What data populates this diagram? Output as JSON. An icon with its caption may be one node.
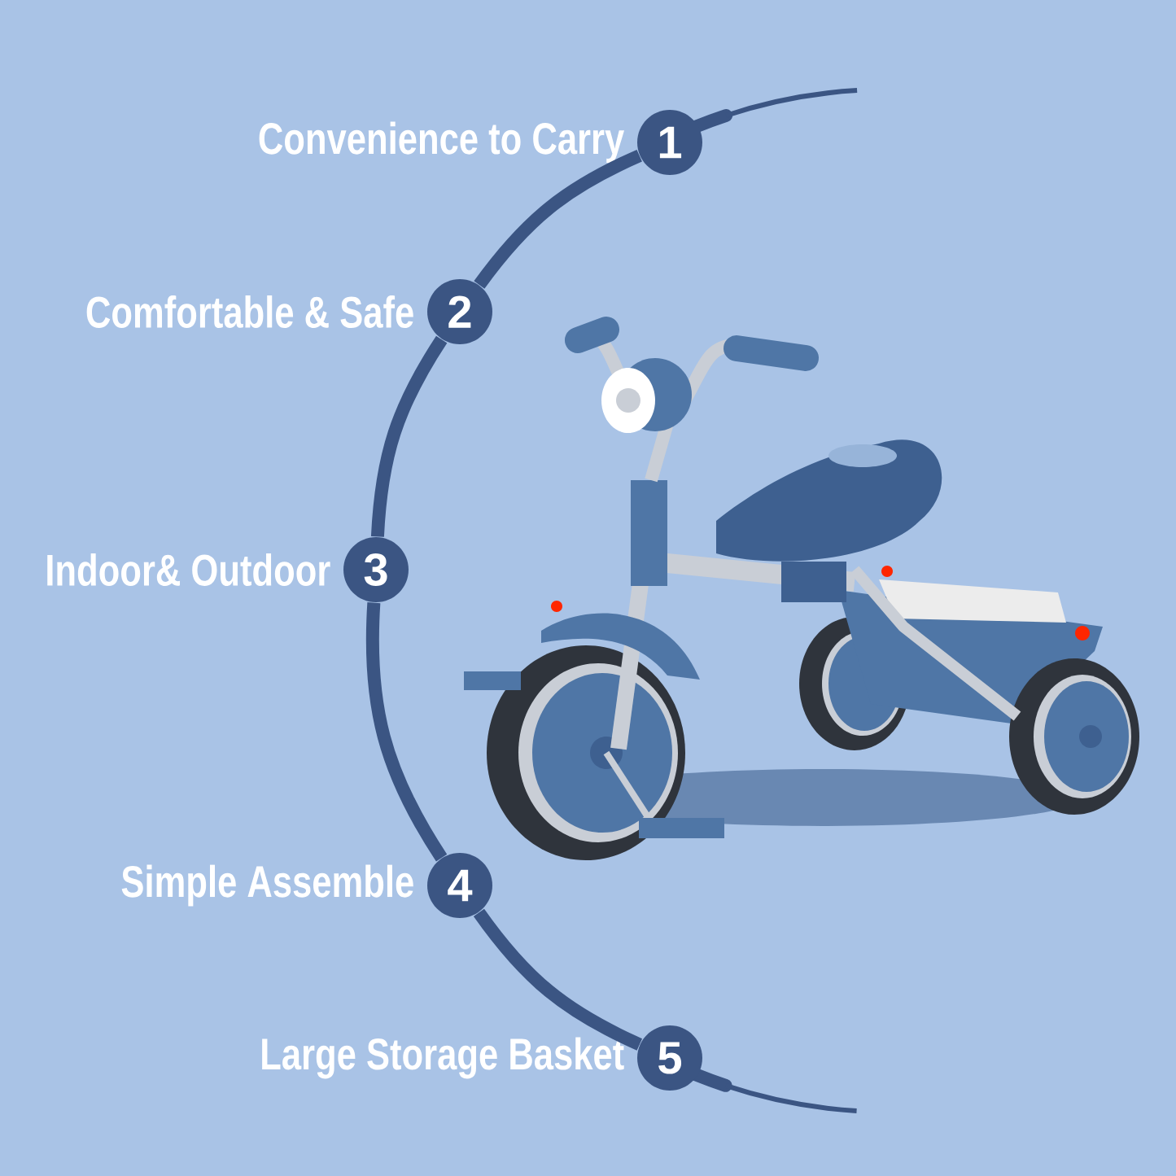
{
  "diagram": {
    "nodes": [
      {
        "text": [
          "1"
        ],
        "beside": [
          "Convenience to Carry"
        ]
      },
      {
        "text": [
          "2"
        ],
        "beside": [
          "Comfortable & Safe"
        ]
      },
      {
        "text": [
          "3"
        ],
        "beside": [
          "Indoor& Outdoor"
        ]
      },
      {
        "text": [
          "4"
        ],
        "beside": [
          "Simple Assemble"
        ]
      },
      {
        "text": [
          "5"
        ],
        "beside": [
          "Large Storage Basket"
        ]
      }
    ],
    "edges": [
      {
        "from": 0,
        "to": 1,
        "arrow": "none"
      },
      {
        "from": 1,
        "to": 2,
        "arrow": "none"
      },
      {
        "from": 2,
        "to": 3,
        "arrow": "none"
      },
      {
        "from": 3,
        "to": 4,
        "arrow": "none"
      }
    ]
  }
}
